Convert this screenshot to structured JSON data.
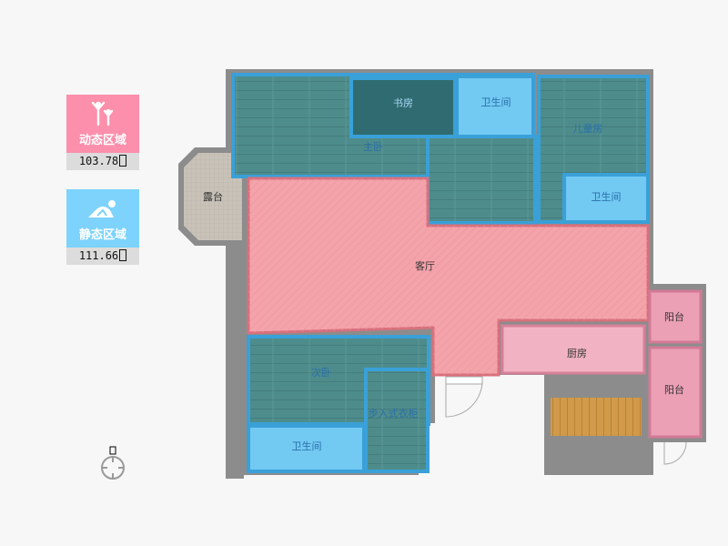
{
  "legend": [
    {
      "label": "动态区域",
      "value": "103.78",
      "icon": "people-icon",
      "color": "#fc8fab"
    },
    {
      "label": "静态区域",
      "value": "111.66",
      "icon": "resting-person-icon",
      "color": "#7dd3fb"
    }
  ],
  "rooms": {
    "master_bedroom": "主卧",
    "study": "书房",
    "bath_top": "卫生间",
    "kids_room": "儿童房",
    "bath_right": "卫生间",
    "terrace": "露台",
    "living": "客厅",
    "second_bedroom": "次卧",
    "bath_bottom": "卫生间",
    "walk_in_closet": "步入式衣柜",
    "kitchen": "厨房",
    "balcony_top": "阳台",
    "balcony_bottom": "阳台"
  },
  "compass": {
    "icon": "compass-icon"
  },
  "colors": {
    "wall": "#8c8c8c",
    "bedroom": "#4e8c8c",
    "border": "#3aa0d8",
    "living": "#f4a3ab",
    "bath": "#72c9f2",
    "kitchen": "#f1b3c3",
    "balcony": "#eba0b6",
    "terrace": "#c8c2b8",
    "study": "#2f6b70",
    "wood": "#d09a4a"
  }
}
